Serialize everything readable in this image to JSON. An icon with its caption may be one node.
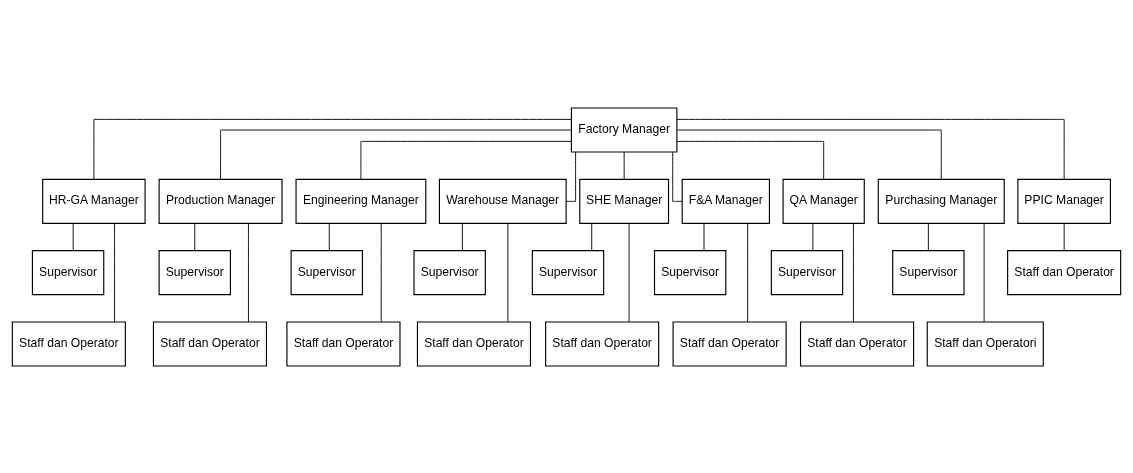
{
  "diagram": {
    "nodes": [
      {
        "text": [
          "Factory Manager"
        ]
      },
      {
        "text": [
          "HR-GA Manager"
        ]
      },
      {
        "text": [
          "Production Manager"
        ]
      },
      {
        "text": [
          "Engineering Manager"
        ]
      },
      {
        "text": [
          "Warehouse Manager"
        ]
      },
      {
        "text": [
          "SHE Manager"
        ]
      },
      {
        "text": [
          "F&A Manager"
        ]
      },
      {
        "text": [
          "QA Manager"
        ]
      },
      {
        "text": [
          "Purchasing Manager"
        ]
      },
      {
        "text": [
          "PPIC Manager"
        ]
      },
      {
        "text": [
          "Supervisor"
        ]
      },
      {
        "text": [
          "Supervisor"
        ]
      },
      {
        "text": [
          "Supervisor"
        ]
      },
      {
        "text": [
          "Supervisor"
        ]
      },
      {
        "text": [
          "Supervisor"
        ]
      },
      {
        "text": [
          "Supervisor"
        ]
      },
      {
        "text": [
          "Supervisor"
        ]
      },
      {
        "text": [
          "Supervisor"
        ]
      },
      {
        "text": [
          "Staff dan Operator"
        ]
      },
      {
        "text": [
          "Staff dan Operator"
        ]
      },
      {
        "text": [
          "Staff dan Operator"
        ]
      },
      {
        "text": [
          "Staff dan Operator"
        ]
      },
      {
        "text": [
          "Staff dan Operator"
        ]
      },
      {
        "text": [
          "Staff dan Operator"
        ]
      },
      {
        "text": [
          "Staff dan Operator"
        ]
      },
      {
        "text": [
          "Staff dan Operator"
        ]
      },
      {
        "text": [
          "Staff dan Operatori"
        ]
      }
    ],
    "edges": [
      {
        "from": 0,
        "to": 1,
        "arrow": "none"
      },
      {
        "from": 0,
        "to": 2,
        "arrow": "none"
      },
      {
        "from": 0,
        "to": 3,
        "arrow": "none"
      },
      {
        "from": 0,
        "to": 4,
        "arrow": "none"
      },
      {
        "from": 0,
        "to": 5,
        "arrow": "none"
      },
      {
        "from": 0,
        "to": 6,
        "arrow": "none"
      },
      {
        "from": 0,
        "to": 7,
        "arrow": "none"
      },
      {
        "from": 0,
        "to": 8,
        "arrow": "none"
      },
      {
        "from": 0,
        "to": 9,
        "arrow": "none"
      },
      {
        "from": 1,
        "to": 10,
        "arrow": "none"
      },
      {
        "from": 1,
        "to": 19,
        "arrow": "none"
      },
      {
        "from": 2,
        "to": 11,
        "arrow": "none"
      },
      {
        "from": 2,
        "to": 20,
        "arrow": "none"
      },
      {
        "from": 3,
        "to": 12,
        "arrow": "none"
      },
      {
        "from": 3,
        "to": 21,
        "arrow": "none"
      },
      {
        "from": 4,
        "to": 13,
        "arrow": "none"
      },
      {
        "from": 4,
        "to": 22,
        "arrow": "none"
      },
      {
        "from": 5,
        "to": 14,
        "arrow": "none"
      },
      {
        "from": 5,
        "to": 23,
        "arrow": "none"
      },
      {
        "from": 6,
        "to": 15,
        "arrow": "none"
      },
      {
        "from": 6,
        "to": 24,
        "arrow": "none"
      },
      {
        "from": 7,
        "to": 16,
        "arrow": "none"
      },
      {
        "from": 7,
        "to": 25,
        "arrow": "none"
      },
      {
        "from": 8,
        "to": 17,
        "arrow": "none"
      },
      {
        "from": 8,
        "to": 26,
        "arrow": "none"
      },
      {
        "from": 9,
        "to": 18,
        "arrow": "none"
      }
    ]
  }
}
